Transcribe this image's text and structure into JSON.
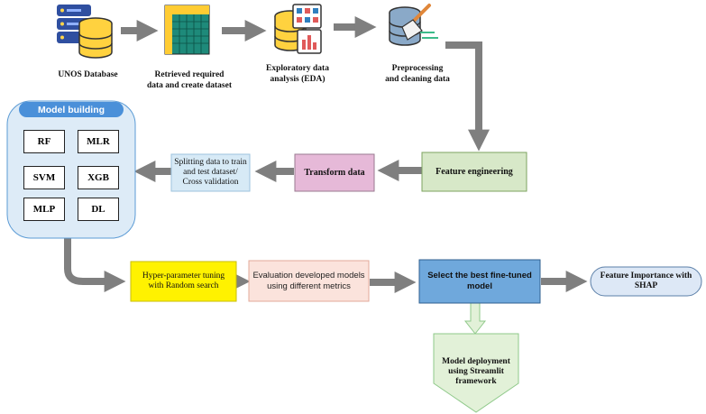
{
  "top_row": {
    "unos": "UNOS Database",
    "retrieved": [
      "Retrieved required",
      "data and create dataset"
    ],
    "eda": [
      "Exploratory data",
      "analysis (EDA)"
    ],
    "preprocessing": [
      "Preprocessing",
      "and cleaning data"
    ]
  },
  "model_building": {
    "title": "Model building",
    "models": [
      "RF",
      "MLR",
      "SVM",
      "XGB",
      "MLP",
      "DL"
    ]
  },
  "middle_row": {
    "splitting": [
      "Splitting data to train",
      "and test dataset/",
      "Cross validation"
    ],
    "transform": "Transform data",
    "feature_engineering": "Feature engineering"
  },
  "bottom_row": {
    "hyper": [
      "Hyper-parameter tuning",
      "with Random search"
    ],
    "evaluation": [
      "Evaluation developed models",
      "using different metrics"
    ],
    "select": [
      "Select the best fine-tuned",
      "model"
    ],
    "importance": [
      "Feature Importance with",
      "SHAP"
    ]
  },
  "deployment": [
    "Model deployment",
    "using Streamlit",
    "framework"
  ],
  "colors": {
    "arrow": "#7f7f7f",
    "model_building_fill": "#ddebf7",
    "model_building_title": "#4a90d9",
    "splitting_fill": "#d7eaf6",
    "transform_fill": "#e6b9d8",
    "feature_fill": "#d7e8c8",
    "hyper_fill": "#fff200",
    "evaluation_fill": "#fbe3dc",
    "select_fill": "#6fa8dc",
    "importance_fill": "#dde8f6",
    "deploy_fill": "#e2f1d8"
  }
}
